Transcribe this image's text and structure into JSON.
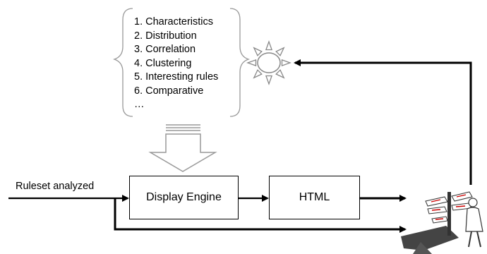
{
  "analysis_list": {
    "items": [
      "1. Characteristics",
      "2. Distribution",
      "3. Correlation",
      "4. Clustering",
      "5. Interesting rules",
      "6. Comparative",
      "…"
    ]
  },
  "input_label": "Ruleset analyzed",
  "display_engine_label": "Display Engine",
  "html_label": "HTML",
  "icons": {
    "sun": "sun-icon",
    "user": "user-with-signpost-icon"
  }
}
